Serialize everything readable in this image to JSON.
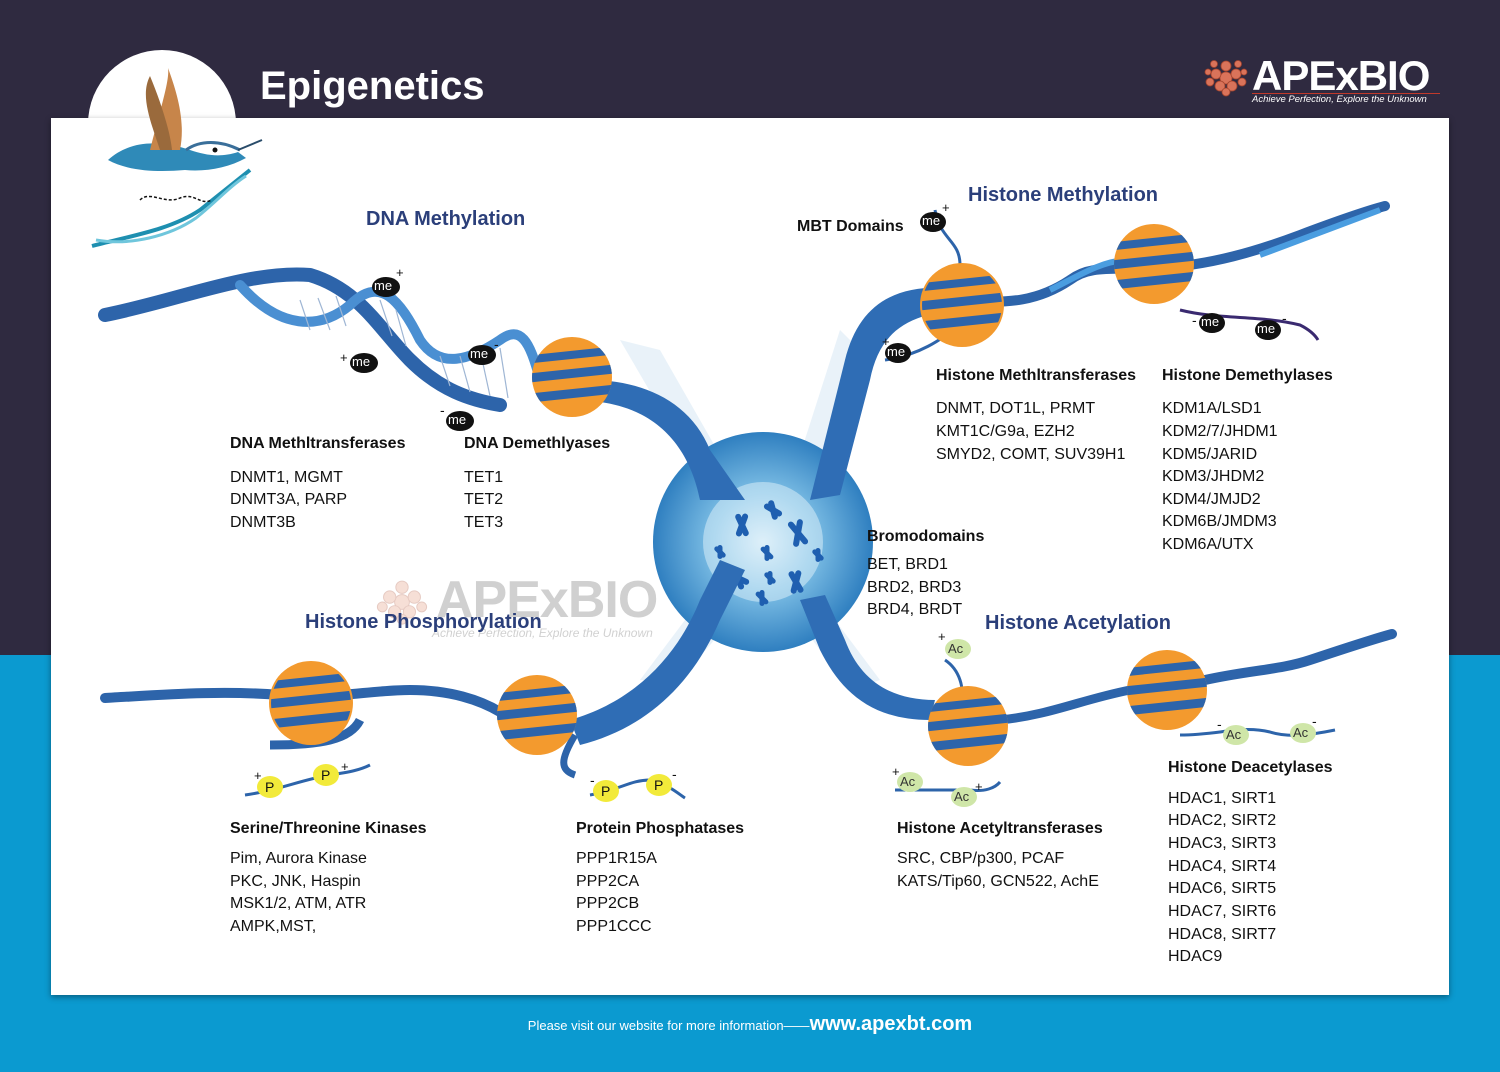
{
  "header": {
    "title": "Epigenetics",
    "logo_text": "APExBIO",
    "logo_tagline": "Achieve Perfection, Explore the Unknown"
  },
  "watermark": {
    "text": "APExBIO",
    "tagline": "Achieve Perfection, Explore the Unknown"
  },
  "sections": {
    "dna_methylation": "DNA Methylation",
    "histone_methylation": "Histone Methylation",
    "histone_phosphorylation": "Histone Phosphorylation",
    "histone_acetylation": "Histone Acetylation"
  },
  "labels": {
    "mbt_domains": "MBT Domains",
    "me": "me",
    "ac": "Ac",
    "p": "P",
    "plus": "+",
    "minus": "-"
  },
  "groups": {
    "dna_methyltransferases": {
      "title": "DNA Methltransferases",
      "items": [
        "DNMT1, MGMT",
        "DNMT3A, PARP",
        "DNMT3B"
      ]
    },
    "dna_demethylases": {
      "title": "DNA Demethlyases",
      "items": [
        "TET1",
        "TET2",
        "TET3"
      ]
    },
    "histone_methyltransferases": {
      "title": "Histone Methltransferases",
      "items": [
        "DNMT, DOT1L, PRMT",
        "KMT1C/G9a, EZH2",
        "SMYD2, COMT, SUV39H1"
      ]
    },
    "histone_demethylases": {
      "title": "Histone Demethylases",
      "items": [
        "KDM1A/LSD1",
        "KDM2/7/JHDM1",
        "KDM5/JARID",
        "KDM3/JHDM2",
        "KDM4/JMJD2",
        "KDM6B/JMDM3",
        "KDM6A/UTX"
      ]
    },
    "bromodomains": {
      "title": "Bromodomains",
      "items": [
        "BET, BRD1",
        "BRD2, BRD3",
        "BRD4, BRDT"
      ]
    },
    "serine_threonine_kinases": {
      "title": "Serine/Threonine Kinases",
      "items": [
        "Pim, Aurora Kinase",
        "PKC, JNK, Haspin",
        "MSK1/2, ATM, ATR",
        "AMPK,MST,"
      ]
    },
    "protein_phosphatases": {
      "title": "Protein Phosphatases",
      "items": [
        "PPP1R15A",
        "PPP2CA",
        "PPP2CB",
        "PPP1CCC"
      ]
    },
    "histone_acetyltransferases": {
      "title": "Histone Acetyltransferases",
      "items": [
        "SRC, CBP/p300, PCAF",
        "KATS/Tip60, GCN522, AchE"
      ]
    },
    "histone_deacetylases": {
      "title": "Histone Deacetylases",
      "items": [
        "HDAC1, SIRT1",
        "HDAC2, SIRT2",
        "HDAC3, SIRT3",
        "HDAC4, SIRT4",
        "HDAC6, SIRT5",
        "HDAC7, SIRT6",
        "HDAC8, SIRT7",
        "HDAC9"
      ]
    }
  },
  "footer": {
    "text": "Please visit our website for more information——",
    "url": "www.apexbt.com"
  },
  "colors": {
    "dark_band": "#2f2a40",
    "blue_band": "#0b9ad0",
    "section_title": "#2b3f7a",
    "strand_blue": "#2f6db5",
    "nucleosome_orange": "#f39a2e",
    "acetyl_green": "#cfe6a8",
    "phospho_yellow": "#f2ea3a"
  }
}
